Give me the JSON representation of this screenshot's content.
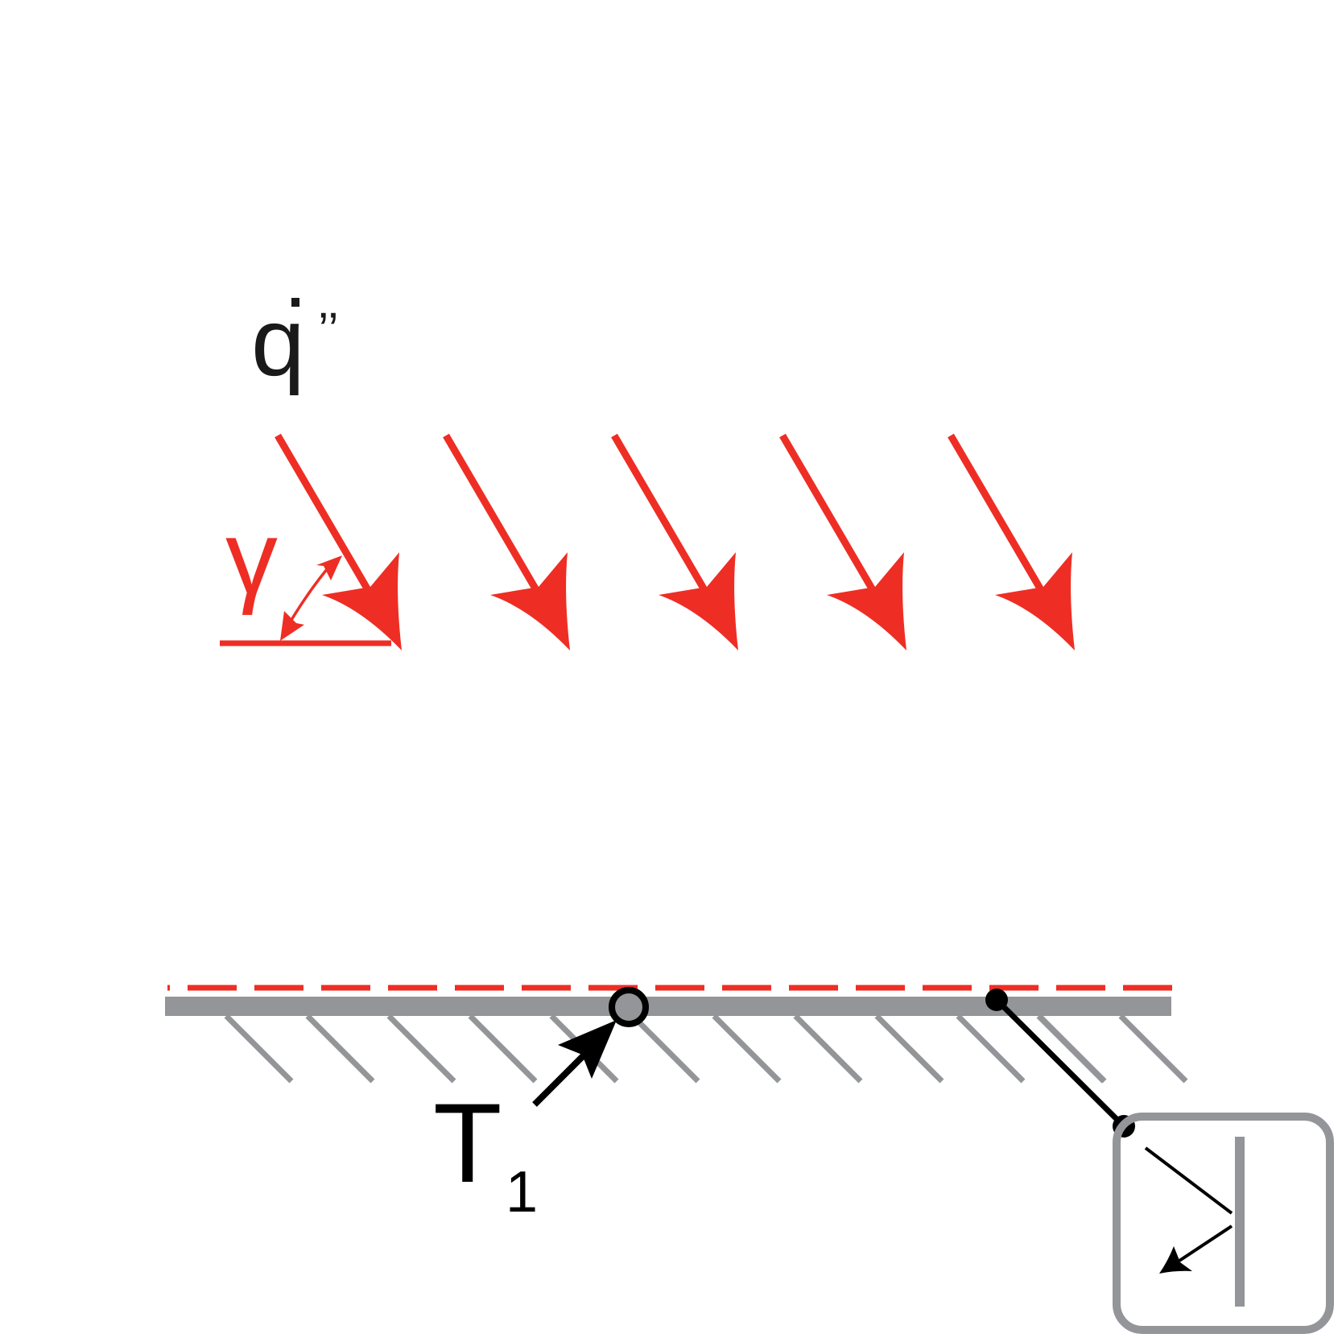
{
  "labels": {
    "heat_flux": "q",
    "heat_flux_primes": "’’",
    "angle": "γ",
    "temperature": "T",
    "temperature_subscript": "1"
  },
  "colors": {
    "radiation": "#ee2e24",
    "wall": "#939598",
    "hatch": "#939598",
    "ink": "#000000",
    "text": "#1a1a1a",
    "background": "#ffffff"
  },
  "icons": {
    "sensor_box": "switch-box-icon"
  }
}
